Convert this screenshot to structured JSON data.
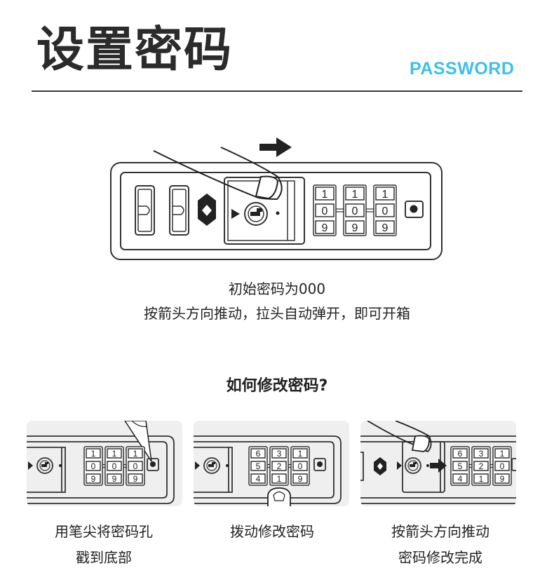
{
  "header": {
    "title": "设置密码",
    "subtitle": "PASSWORD",
    "accent_color": "#3ec0ea"
  },
  "intro": {
    "line1": "初始密码为000",
    "line2": "按箭头方向推动，拉头自动弹开，即可开箱",
    "lock_dials": [
      [
        "1",
        "0",
        "9"
      ],
      [
        "1",
        "0",
        "9"
      ],
      [
        "1",
        "0",
        "9"
      ]
    ]
  },
  "howto": {
    "heading": "如何修改密码?",
    "steps": [
      {
        "caption_line1": "用笔尖将密码孔",
        "caption_line2": "戳到底部",
        "dials": [
          [
            "1",
            "0",
            "9"
          ],
          [
            "1",
            "0",
            "9"
          ],
          [
            "1",
            "0",
            "9"
          ]
        ]
      },
      {
        "caption_line1": "拨动修改密码",
        "dials": [
          [
            "6",
            "5",
            "4"
          ],
          [
            "3",
            "2",
            "1"
          ],
          [
            "1",
            "0",
            "9"
          ]
        ]
      },
      {
        "caption_line1": "按箭头方向推动",
        "caption_line2": "密码修改完成",
        "dials": [
          [
            "6",
            "5",
            "4"
          ],
          [
            "3",
            "2",
            "1"
          ],
          [
            "1",
            "0",
            "9"
          ]
        ]
      }
    ]
  }
}
